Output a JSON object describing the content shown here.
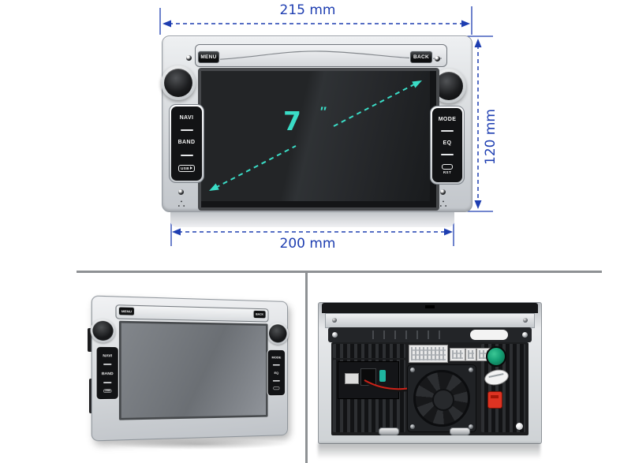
{
  "dimensions": {
    "top_width": "215 mm",
    "side_height": "120 mm",
    "bottom_width": "200 mm",
    "screen_diagonal_value": "7",
    "screen_diagonal_unit": "″"
  },
  "front_view": {
    "buttons": {
      "menu": "MENU",
      "back": "BACK",
      "navi": "NAVI",
      "band": "BAND",
      "usb": "USB",
      "mode": "MODE",
      "eq": "EQ",
      "rst": "RST"
    }
  },
  "colors": {
    "dimension_blue": "#1e3eb1",
    "arrow_cyan": "#3adcc6",
    "divider_gray": "#8e9194",
    "faceplate_silver": "#d9dcdf",
    "screen_dark": "#222426",
    "perspective_screen_gray": "#7d8186",
    "antenna_green": "#15a075",
    "fuse_red": "#dd3322"
  }
}
